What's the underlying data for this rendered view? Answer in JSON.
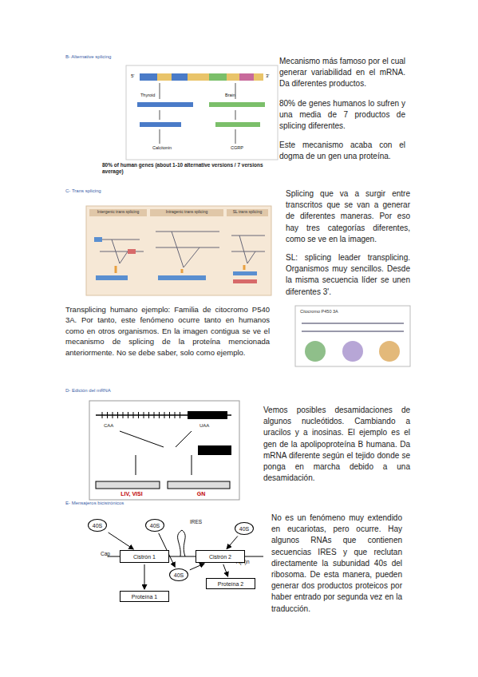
{
  "diagram": {
    "nodes": [
      {
        "text": [
          "40S"
        ]
      },
      {
        "text": [
          "40S"
        ]
      },
      {
        "text": [
          "40S"
        ]
      },
      {
        "text": [
          "Cistrón 1"
        ]
      },
      {
        "text": [
          "Cistrón 2"
        ]
      },
      {
        "text": [
          "40S"
        ]
      },
      {
        "text": [
          "Proteína 1"
        ]
      },
      {
        "text": [
          "Proteína 2"
        ]
      }
    ],
    "edges": [
      {
        "from": 0,
        "to": 3,
        "arrow": "to"
      },
      {
        "from": 1,
        "to": 5,
        "arrow": "to"
      },
      {
        "from": 2,
        "to": 4,
        "arrow": "to"
      },
      {
        "from": 3,
        "to": 6,
        "arrow": "to"
      },
      {
        "from": 4,
        "to": 7,
        "arrow": "to"
      },
      {
        "from": 5,
        "to": 4,
        "arrow": "to"
      }
    ],
    "labels": [
      "B- Alternative splicing",
      "80% of human genes (about 1-10 alternative versions / 7 versions average)",
      "Mecanismo más famoso por el cual generar variabilidad en el mRNA. Da diferentes productos.",
      "80% de genes humanos lo sufren y una media de 7 productos de splicing diferentes.",
      "Este mecanismo acaba con el dogma de un gen una proteína.",
      "C- Trans splicing",
      "Intergenic trans splicing",
      "Intragenic trans splicing",
      "SL trans splicing",
      "Splicing que va a surgir entre transcritos que se van a generar de diferentes maneras. Por eso hay tres categorías diferentes, como se ve en la imagen.",
      "SL: splicing leader transplicing. Organismos muy sencillos. Desde la misma secuencia líder se unen diferentes 3'.",
      "Transplicing humano ejemplo: Familia de citocromo P540 3A. Por tanto, este fenómeno ocurre tanto en humanos como en otros organismos. En la imagen contigua se ve el mecanismo de splicing de la proteína mencionada anteriormente. No se debe saber, solo como ejemplo.",
      "Citocromo P450 3A",
      "D- Edición del mRNA",
      "Vemos posibles desamidaciones de algunos nucleótidos. Cambiando a uracilos y a inosinas. El ejemplo es el gen de la apolipoproteína B humana. Da mRNA diferente según el tejido donde se ponga en marcha debido a una desamidación.",
      "LIV, VISI",
      "GN",
      "CAA",
      "UAA",
      "E- Mensajeros bicistrónicos",
      "No es un fenómeno muy extendido en eucariotas, pero ocurre. Hay algunos RNAs que contienen secuencias IRES y que reclutan directamente la subunidad 40s del ribosoma. De esta manera, pueden generar dos productos proteicos por haber entrado por segunda vez en la traducción.",
      "IRES",
      "Cap",
      "A(A)n",
      "5'",
      "3'",
      "Thyroid",
      "Brain",
      "Calcitonin",
      "CGRP"
    ]
  }
}
